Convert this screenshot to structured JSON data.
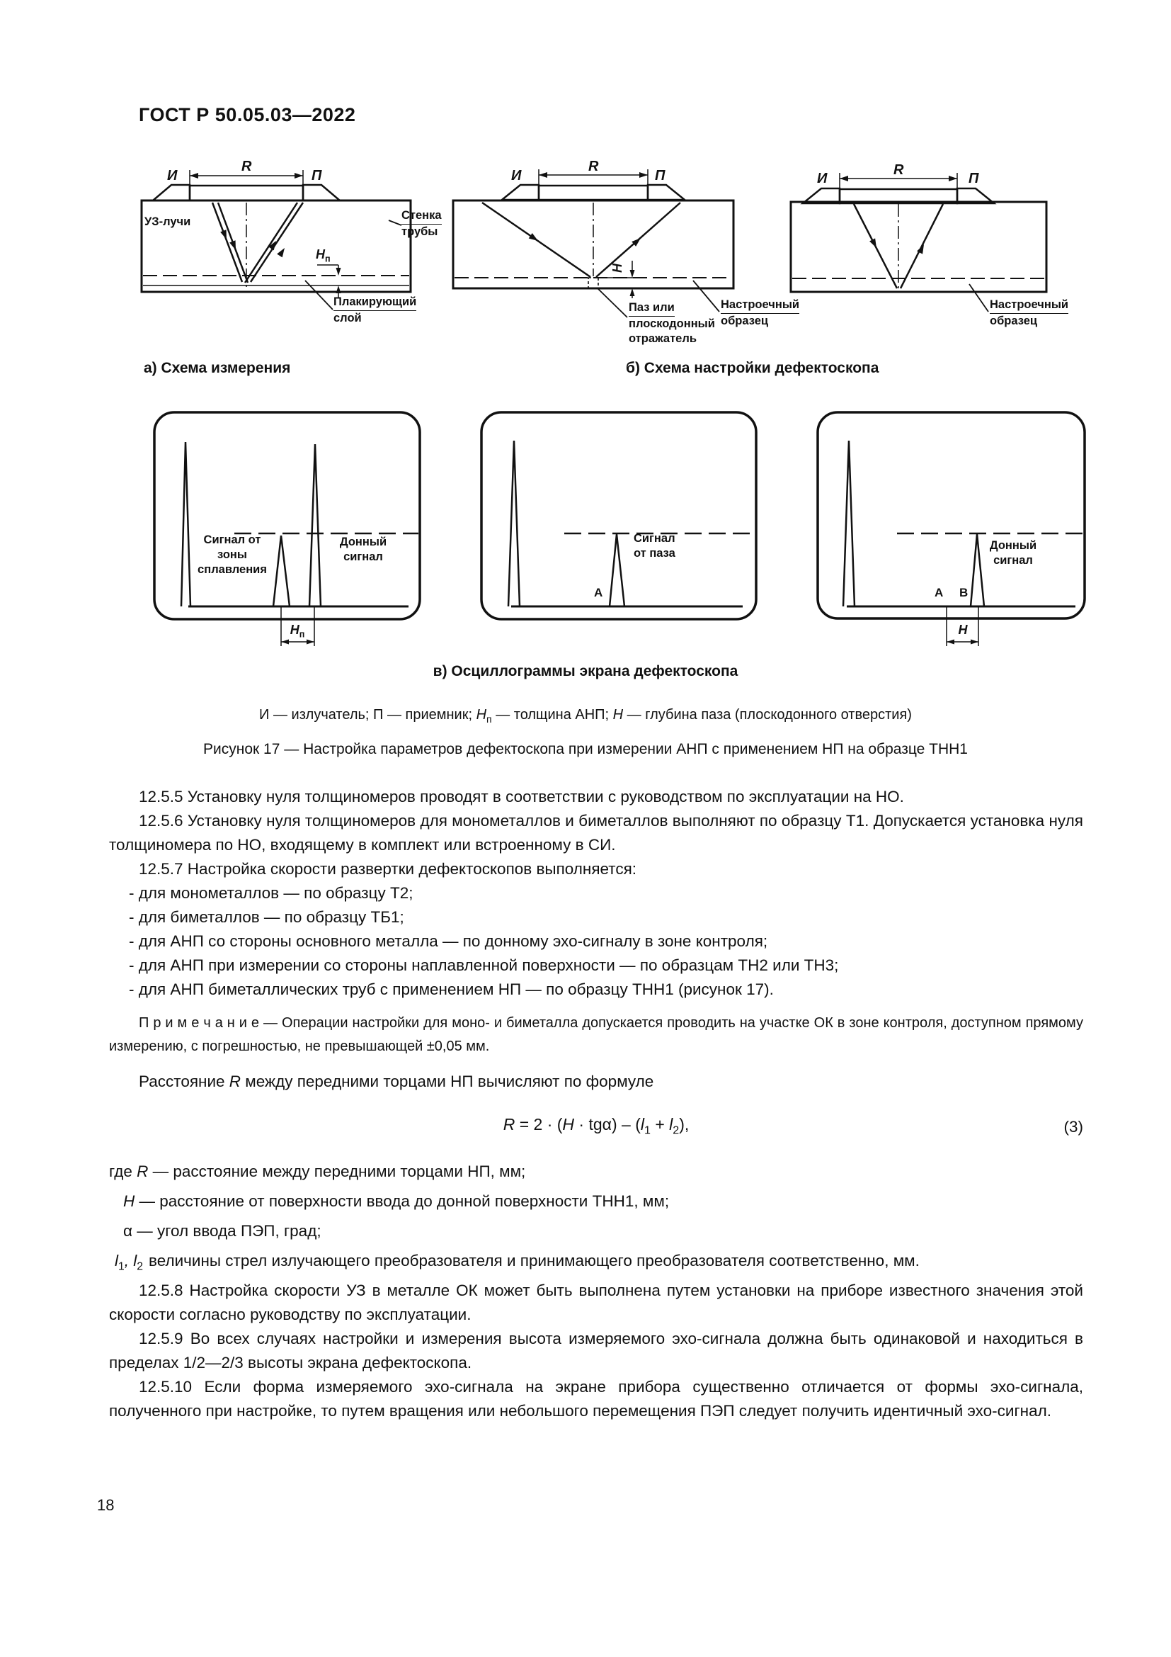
{
  "page": {
    "standard": "ГОСТ Р 50.05.03—2022",
    "number": "18"
  },
  "figure17": {
    "caption_a": "а) Схема измерения",
    "caption_b": "б) Схема настройки дефектоскопа",
    "caption_v": "в) Осциллограммы экрана дефектоскопа",
    "caption_figure": "Рисунок 17 — Настройка параметров дефектоскопа при измерении АНП с применением НП на образце ТНН1",
    "legend": {
      "p1": "И — излучатель; П — приемник; ",
      "h1": "Н",
      "h1_sub": "п",
      "p2": " — толщина АНП; ",
      "h2": "Н",
      "p3": " — глубина паза (плоскодонного отверстия)"
    },
    "schematic_a": {
      "emitter": "И",
      "receiver": "П",
      "span": "R",
      "rays": "УЗ-лучи",
      "wall_l1": "Стенка",
      "wall_l2": "трубы",
      "thick_h": "Н",
      "thick_sub": "п",
      "clad_l1": "Плакирующий",
      "clad_l2": "слой"
    },
    "schematic_b": {
      "emitter": "И",
      "receiver": "П",
      "span": "R",
      "depth": "Н",
      "notch_l1": "Паз или",
      "notch_l2": "плоскодонный",
      "notch_l3": "отражатель",
      "specimen_l1": "Настроечный",
      "specimen_l2": "образец"
    },
    "schematic_c": {
      "emitter": "И",
      "receiver": "П",
      "span": "R",
      "specimen_l1": "Настроечный",
      "specimen_l2": "образец"
    },
    "screen1": {
      "fusion_l1": "Сигнал от",
      "fusion_l2": "зоны",
      "fusion_l3": "сплавления",
      "bottom_l1": "Донный",
      "bottom_l2": "сигнал",
      "dim_h": "Н",
      "dim_sub": "п"
    },
    "screen2": {
      "label_l1": "Сигнал",
      "label_l2": "от паза",
      "a": "А"
    },
    "screen3": {
      "label_l1": "Донный",
      "label_l2": "сигнал",
      "a": "А",
      "b": "В",
      "dim_h": "Н"
    }
  },
  "text": {
    "p1255": "12.5.5 Установку нуля толщиномеров проводят в соответствии с руководством по эксплуатации на НО.",
    "p1256": "12.5.6 Установку нуля толщиномеров для монометаллов и биметаллов выполняют по образцу Т1. Допускается установка нуля толщиномера по НО, входящему в комплект или встроенному в СИ.",
    "p1257": "12.5.7 Настройка скорости развертки дефектоскопов выполняется:",
    "b1": "- для монометаллов — по образцу Т2;",
    "b2": "- для биметаллов — по образцу ТБ1;",
    "b3": "- для АНП со стороны основного металла — по донному эхо-сигналу в зоне контроля;",
    "b4": "- для АНП при измерении со стороны наплавленной поверхности — по образцам ТН2 или ТН3;",
    "b5": "- для АНП биметаллических труб с применением НП — по образцу ТНН1 (рисунок 17).",
    "note": "П р и м е ч а н и е — Операции настройки для моно- и биметалла допускается проводить на участке ОК в зоне контроля, доступном прямому измерению, с погрешностью, не превышающей ±0,05 мм.",
    "formula_intro": {
      "p1": "Расстояние ",
      "r": "R",
      "p2": " между передними торцами НП вычисляют по формуле"
    },
    "formula": {
      "r": "R",
      "eq": " = 2 · (",
      "h": "H",
      "mid": " · tgα) – (",
      "l1": "l",
      "s1": "1",
      "plus": " + ",
      "l2": "l",
      "s2": "2",
      "end": "),",
      "num": "(3)"
    },
    "def_r": {
      "lead": "где ",
      "sym": "R",
      "rest": " — расстояние между передними торцами НП, мм;"
    },
    "def_h": {
      "sym": "Н",
      "rest": " — расстояние от поверхности ввода до донной поверхности ТНН1, мм;"
    },
    "def_alpha": {
      "sym": "α",
      "rest": " — угол ввода ПЭП, град;"
    },
    "def_l": {
      "sym_l1": "l",
      "sub1": "1",
      "comma": ", ",
      "sym_l2": "l",
      "sub2": "2",
      "rest": "величины стрел излучающего преобразователя и принимающего преобразователя соответ­ственно, мм."
    },
    "p1258": "12.5.8 Настройка скорости УЗ в металле ОК может быть выполнена путем установки на приборе известного значения этой скорости согласно руководству по эксплуатации.",
    "p1259": "12.5.9 Во всех случаях настройки и измерения высота измеряемого эхо-сигнала должна быть одинаковой и находиться в пределах 1/2—2/3 высоты экрана дефектоскопа.",
    "p12510": "12.5.10 Если форма измеряемого эхо-сигнала на экране прибора существенно отличается от формы эхо-сигнала, полученного при настройке, то путем вращения или небольшого перемещения ПЭП следует получить идентичный эхо-сигнал."
  }
}
